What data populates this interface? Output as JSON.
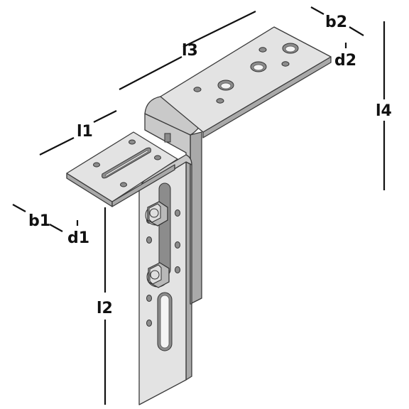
{
  "labels": {
    "b2": "b2",
    "d2": "d2",
    "l3": "l3",
    "l4": "l4",
    "l1": "l1",
    "b1": "b1",
    "d1": "d1",
    "l2": "l2"
  },
  "colors": {
    "metal_light": "#e3e3e3",
    "metal_mid": "#c9c9c9",
    "metal_dark": "#a9a9a9",
    "outline": "#3a3a3a",
    "dimension": "#111111"
  }
}
